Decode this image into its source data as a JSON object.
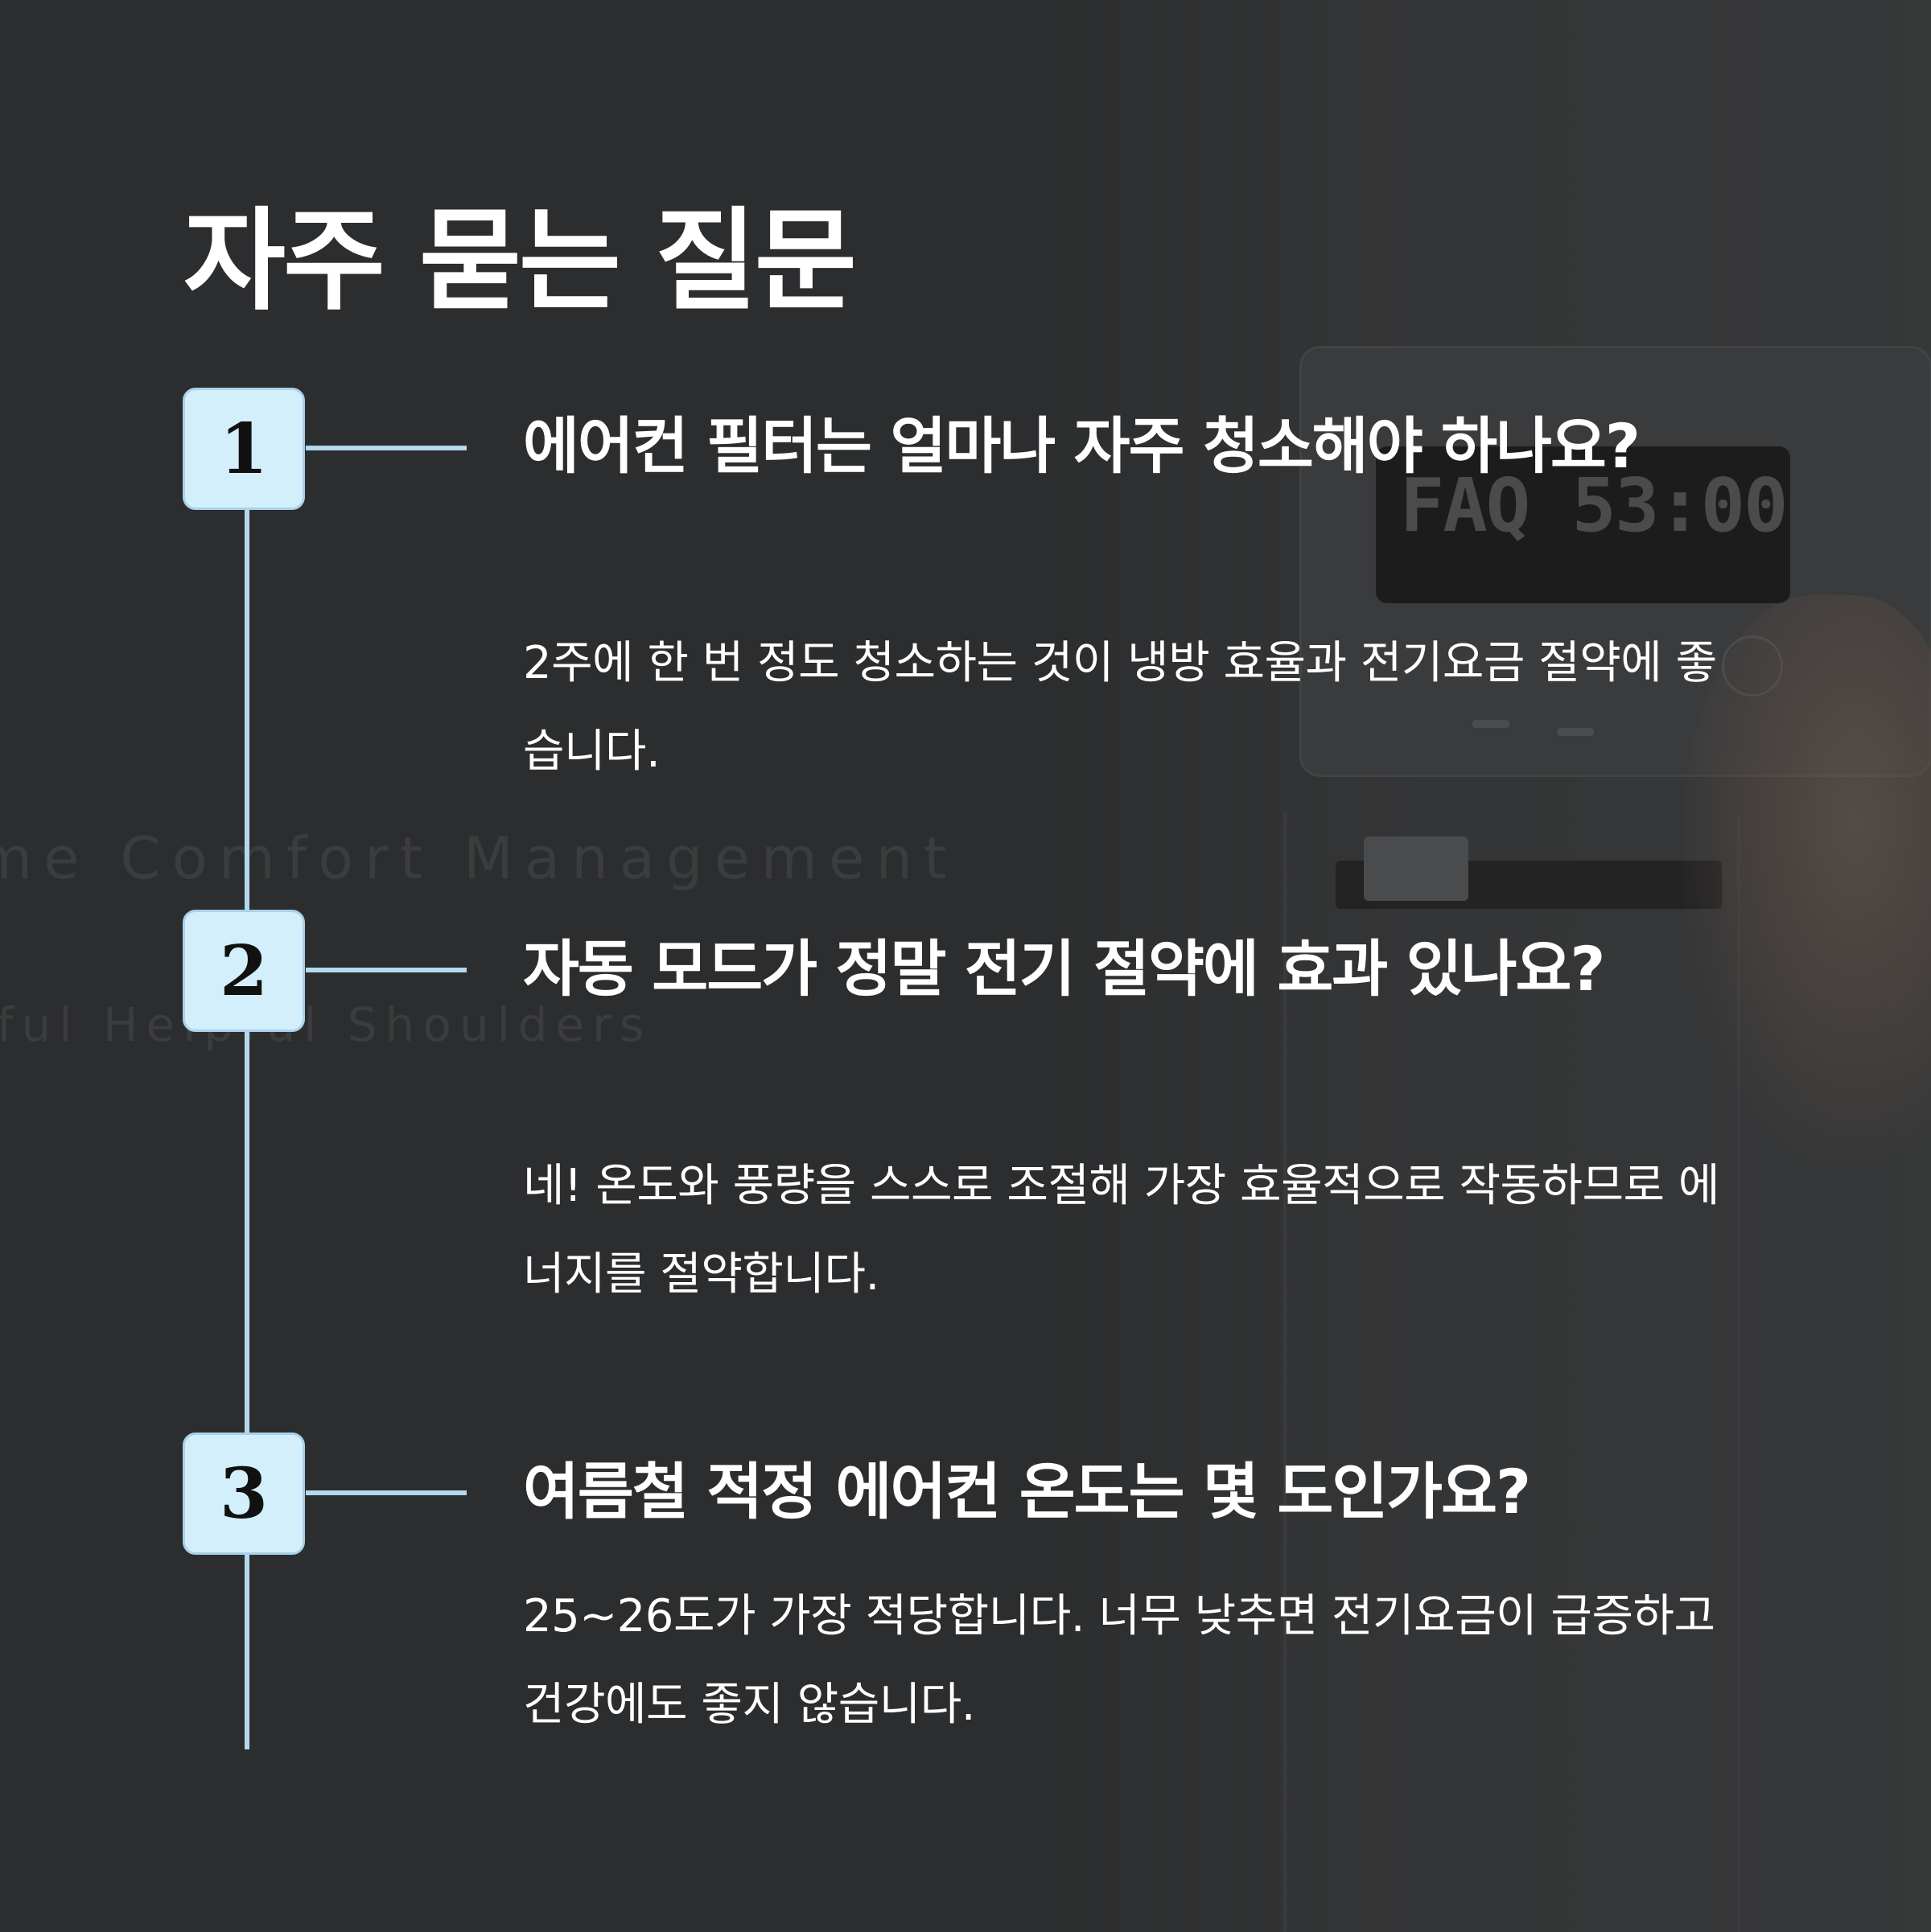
{
  "page": {
    "title": "자주 묻는 질문",
    "accent_color": "#d3effc",
    "line_color": "#b4d8ef",
    "background_color": "#2c2d2e"
  },
  "background": {
    "display_text": "FAQ 53:00",
    "watermark_1": "me Comfort Management",
    "watermark_2": "iful Helpful Shoulders"
  },
  "faq": [
    {
      "number": "1",
      "question": "에어컨 필터는 얼마나 자주 청소해야 하나요?",
      "answer": "2주에 한 번 정도 청소하는 것이 냉방 효율과 전기요금 절약에 좋습니다."
    },
    {
      "number": "2",
      "question": "자동 모드가 정말 전기 절약에 효과 있나요?",
      "answer": "네! 온도와 풍량을 스스로 조절해 가장 효율적으로 작동하므로 에너지를 절약합니다."
    },
    {
      "number": "3",
      "question": "여름철 적정 에어컨 온도는 몇 도인가요?",
      "answer": "25~26도가 가장 적당합니다. 너무 낮추면 전기요금이 급증하고 건강에도 좋지 않습니다."
    }
  ]
}
